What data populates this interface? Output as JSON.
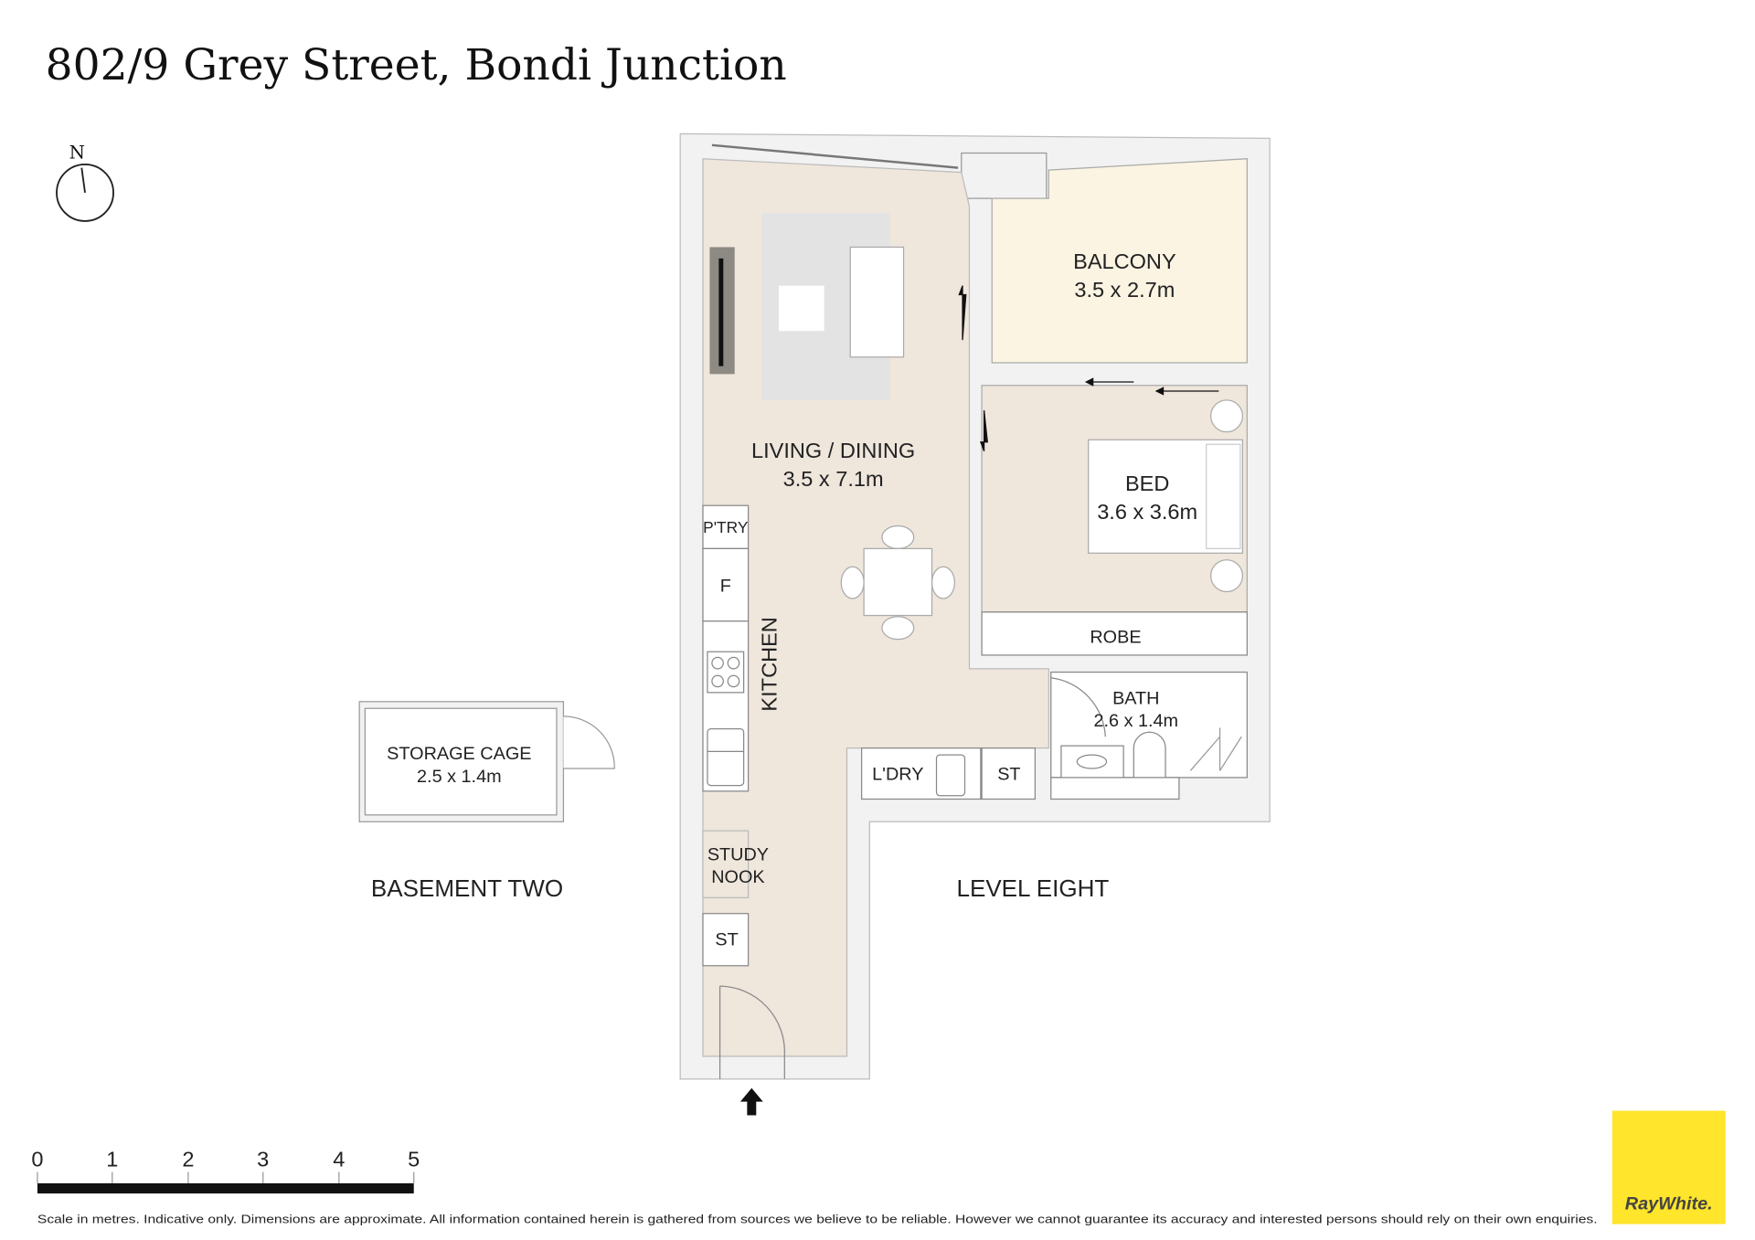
{
  "title": "802/9 Grey Street, Bondi Junction",
  "compass": {
    "label": "N"
  },
  "rooms": {
    "balcony": {
      "name": "BALCONY",
      "size": "3.5 x 2.7m"
    },
    "living": {
      "name": "LIVING / DINING",
      "size": "3.5 x 7.1m"
    },
    "bed": {
      "name": "BED",
      "size": "3.6 x 3.6m"
    },
    "robe": {
      "name": "ROBE"
    },
    "bath": {
      "name": "BATH",
      "size": "2.6 x 1.4m"
    },
    "pantry": {
      "name": "P'TRY"
    },
    "fridge": {
      "name": "F"
    },
    "kitchen": {
      "name": "KITCHEN"
    },
    "laundry": {
      "name": "L'DRY"
    },
    "store1": {
      "name": "ST"
    },
    "study": {
      "name1": "STUDY",
      "name2": "NOOK"
    },
    "store2": {
      "name": "ST"
    },
    "storage": {
      "name": "STORAGE CAGE",
      "size": "2.5 x 1.4m"
    }
  },
  "levels": {
    "basement": "BASEMENT TWO",
    "level": "LEVEL EIGHT"
  },
  "scale": {
    "ticks": [
      "0",
      "1",
      "2",
      "3",
      "4",
      "5"
    ]
  },
  "disclaimer": "Scale in metres. Indicative only. Dimensions are approximate. All information contained herein is gathered from sources we believe to be reliable. However we cannot guarantee its accuracy and interested persons should rely on their own enquiries.",
  "brand": {
    "name": "RayWhite.",
    "color": "#ffe52b"
  },
  "colors": {
    "floor": "#efe6dc",
    "balcony": "#fbf4e2",
    "wall": "#f2f2f2"
  }
}
